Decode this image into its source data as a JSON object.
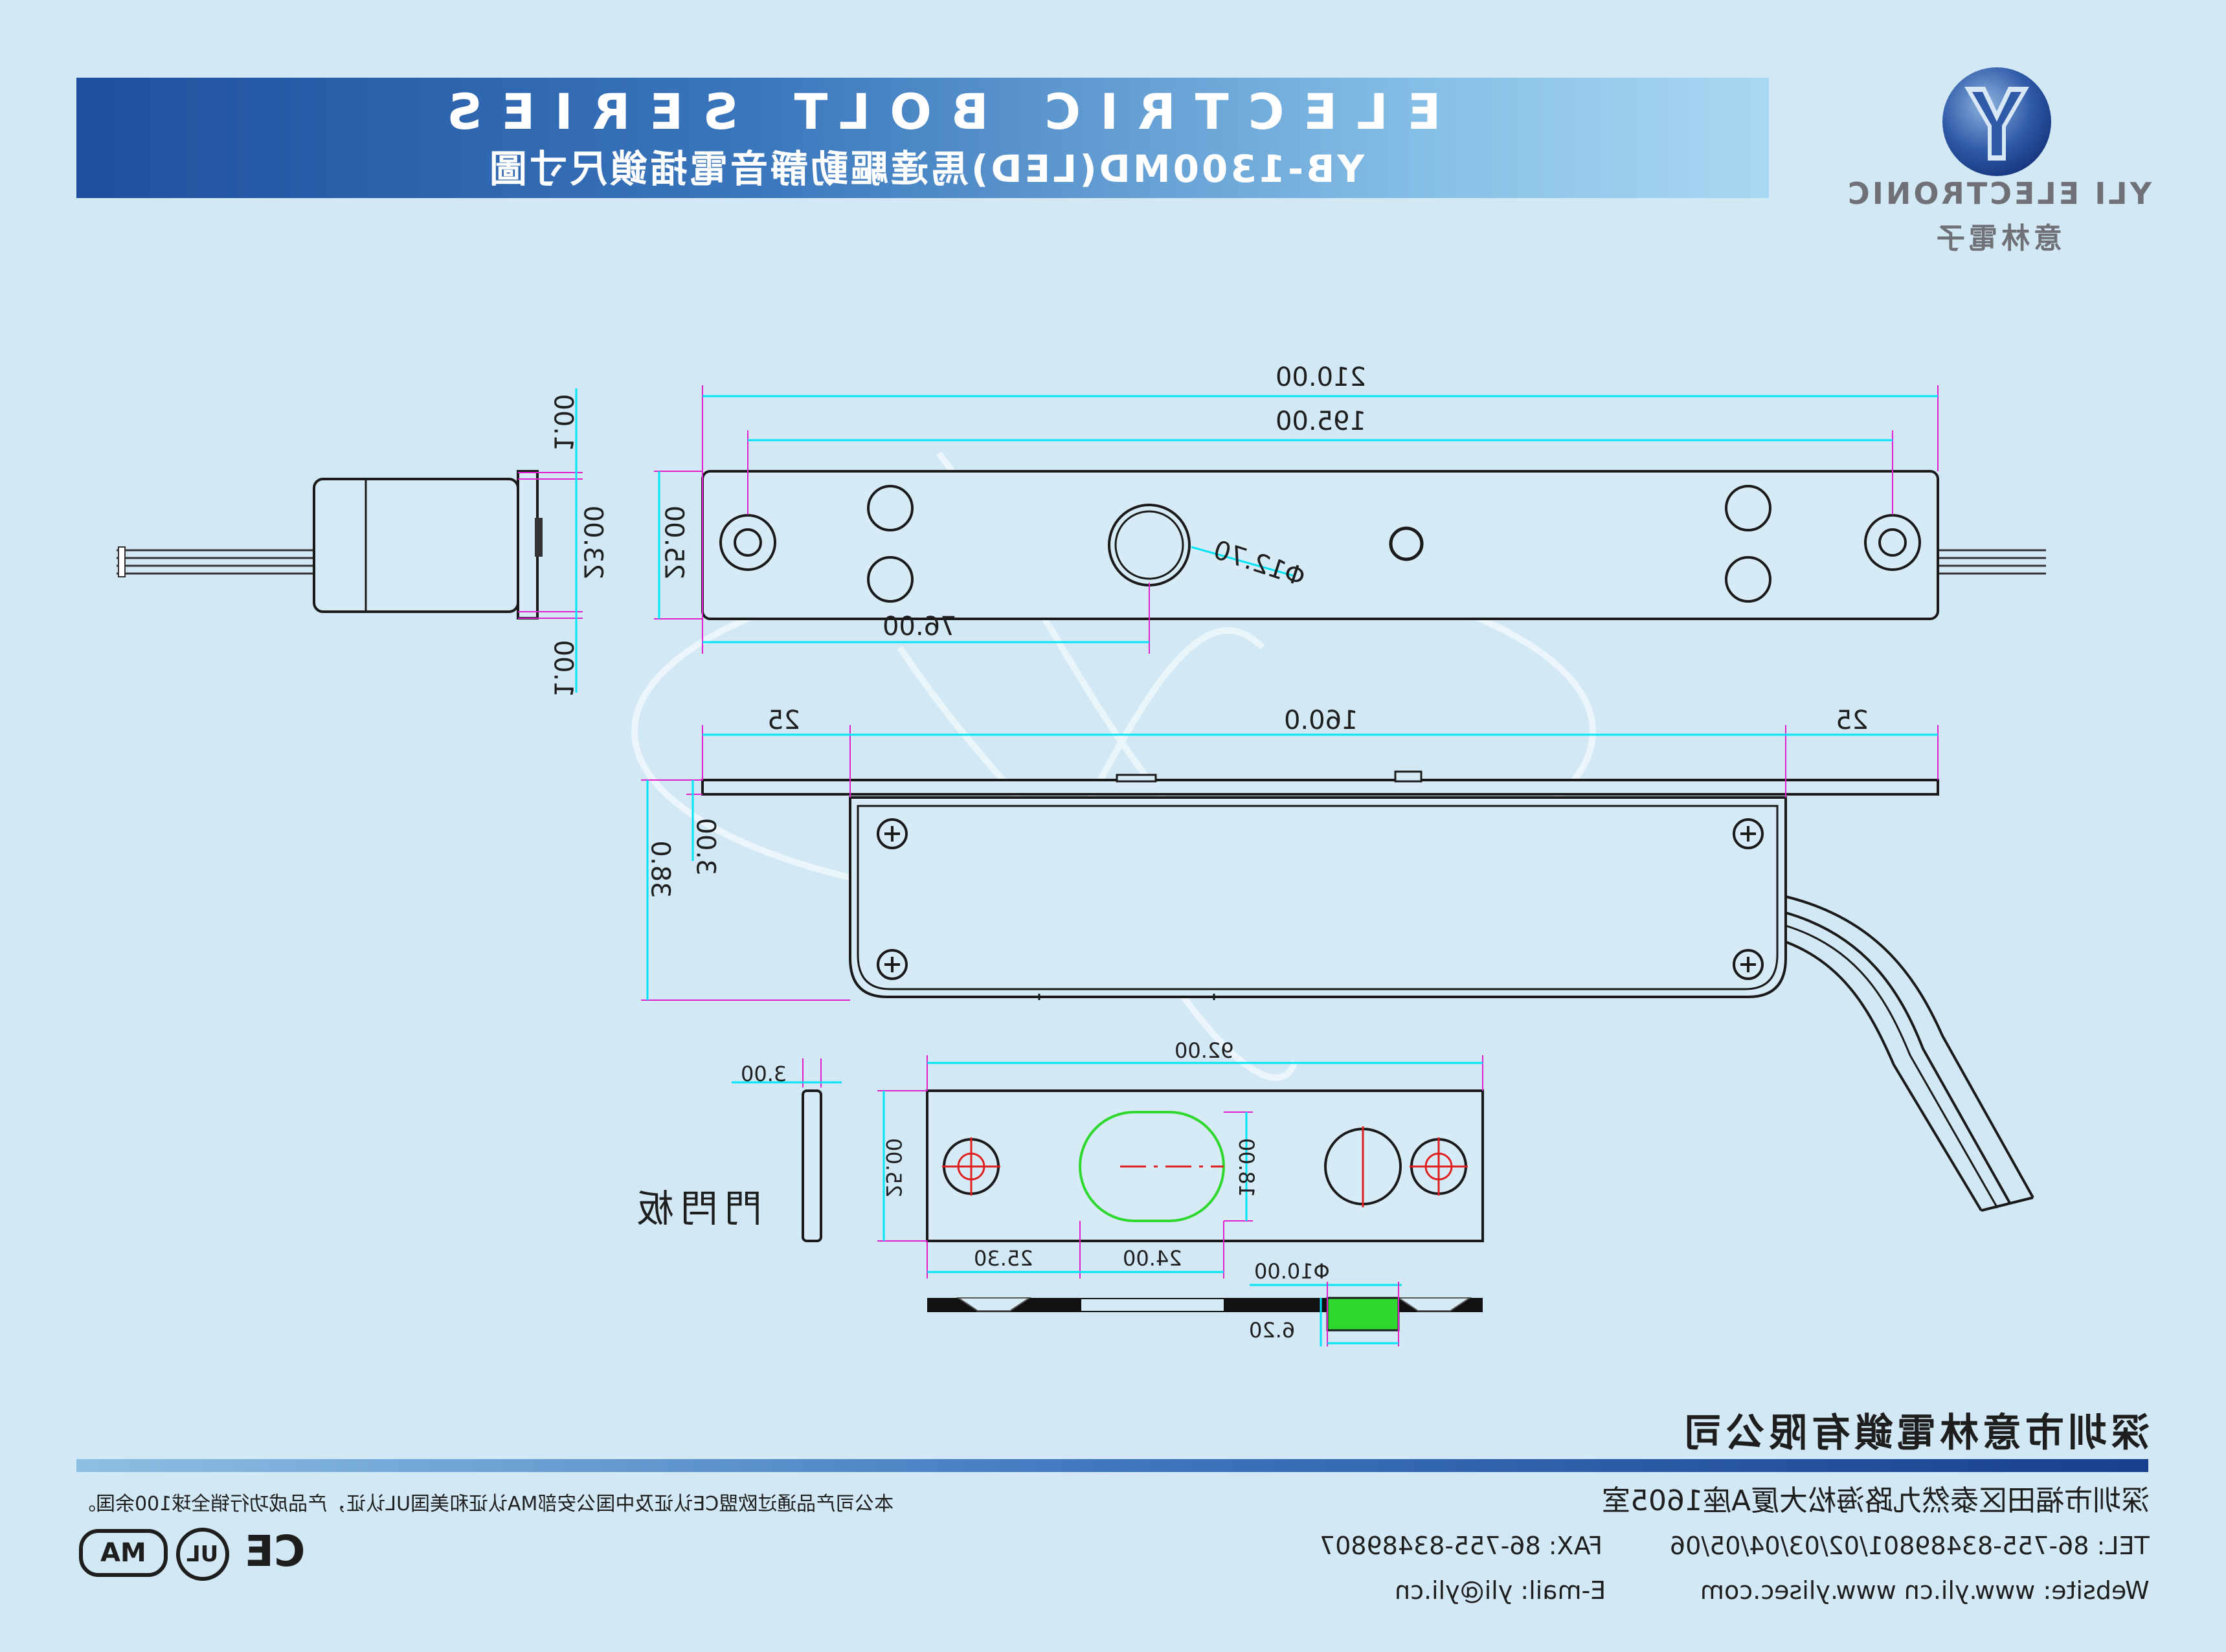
{
  "header": {
    "title_en": "ELECTRIC BOLT SERIES",
    "title_cn": "YB-1300MD(LED)馬達驅動靜音電插鎖尺寸圖"
  },
  "logo": {
    "brand": "YLI ELECTRONIC",
    "brand_cn": "意林電子",
    "colors": {
      "outer": "#1f3f8f",
      "inner": "#cfe3f4"
    }
  },
  "dimensions": {
    "total_length": "210.00",
    "hole_spacing": "195.00",
    "body_width": "25.00",
    "side_width": "23.00",
    "side_gap_top": "1.00",
    "side_gap_bottom": "1.00",
    "center_offset": "76.00",
    "bolt_diameter": "Φ12.70",
    "flange_left": "25",
    "body_length": "160.0",
    "flange_right": "25",
    "body_height": "38.0",
    "flange_thickness": "3.00",
    "strike_thickness": "3.00",
    "strike_length": "92.00",
    "strike_width": "25.00",
    "slot_height": "18.00",
    "slot_offset": "25.30",
    "slot_width": "24.00",
    "hole_diameter": "Φ10.00",
    "hole_depth": "6.20"
  },
  "labels": {
    "strike_plate": "門閂板"
  },
  "footer": {
    "company_name": "深圳市意林電鎖有限公司",
    "address": "深圳市福田区泰然九路海松大厦A座1605室",
    "tel": "TEL: 86-755-83489801/02/03/04/05/06",
    "fax": "FAX: 86-755-83489807",
    "website": "Website: www.yli.cn www.ylisec.com",
    "email": "E-mail: yli@yli.cn",
    "cert_note": "本公司产品通过欧盟CE认证及中国公安部MA认证和美国UL认证，产品成功行销全球100余国。",
    "cert_ma": "MA",
    "cert_ul": "UL",
    "cert_ce": "CE"
  },
  "colors": {
    "background": "#d2e9f5",
    "dimension_line": "#00e5f5",
    "extension_line": "#e020d0",
    "outline": "#1a1a1a",
    "center_line": "#e02020",
    "highlight": "#2ed82e"
  }
}
